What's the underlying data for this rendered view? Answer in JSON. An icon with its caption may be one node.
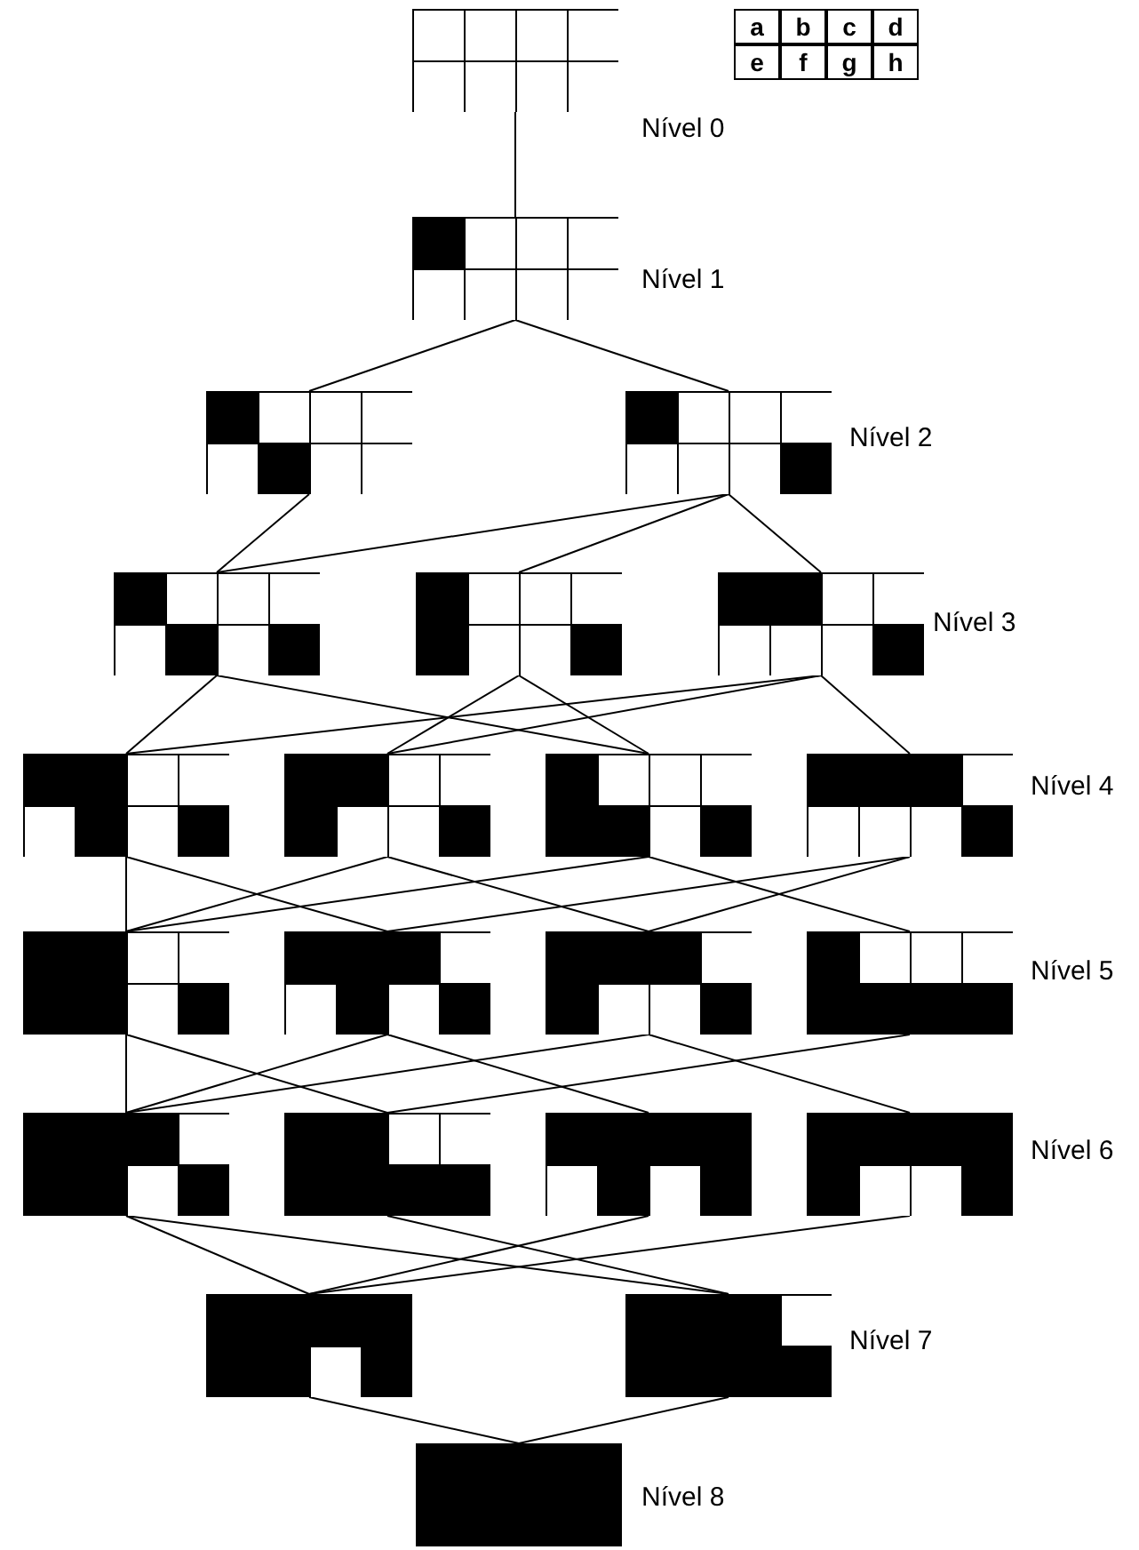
{
  "diagram": {
    "nodes": [
      {
        "text": [],
        "shape": "box"
      },
      {
        "text": [],
        "shape": "box"
      },
      {
        "text": [],
        "shape": "box"
      },
      {
        "text": [],
        "shape": "box"
      },
      {
        "text": [],
        "shape": "box"
      },
      {
        "text": [],
        "shape": "box"
      },
      {
        "text": [],
        "shape": "box"
      },
      {
        "text": [],
        "shape": "box"
      },
      {
        "text": [],
        "shape": "box"
      },
      {
        "text": [],
        "shape": "box"
      },
      {
        "text": [],
        "shape": "box"
      },
      {
        "text": [],
        "shape": "box"
      },
      {
        "text": [],
        "shape": "box"
      },
      {
        "text": [],
        "shape": "box"
      },
      {
        "text": [],
        "shape": "box"
      },
      {
        "text": [],
        "shape": "box"
      },
      {
        "text": [],
        "shape": "box"
      },
      {
        "text": [],
        "shape": "box"
      },
      {
        "text": [],
        "shape": "box"
      },
      {
        "text": [],
        "shape": "box"
      },
      {
        "text": [],
        "shape": "box"
      },
      {
        "text": [],
        "shape": "box"
      }
    ],
    "edges": [
      {
        "from": 0,
        "to": 1,
        "arrow": "none"
      },
      {
        "from": 1,
        "to": 2,
        "arrow": "none"
      },
      {
        "from": 1,
        "to": 3,
        "arrow": "none"
      },
      {
        "from": 2,
        "to": 4,
        "arrow": "none"
      },
      {
        "from": 3,
        "to": 4,
        "arrow": "none"
      },
      {
        "from": 3,
        "to": 5,
        "arrow": "none"
      },
      {
        "from": 3,
        "to": 6,
        "arrow": "none"
      },
      {
        "from": 4,
        "to": 7,
        "arrow": "none"
      },
      {
        "from": 4,
        "to": 9,
        "arrow": "none"
      },
      {
        "from": 5,
        "to": 8,
        "arrow": "none"
      },
      {
        "from": 5,
        "to": 9,
        "arrow": "none"
      },
      {
        "from": 6,
        "to": 7,
        "arrow": "none"
      },
      {
        "from": 6,
        "to": 8,
        "arrow": "none"
      },
      {
        "from": 6,
        "to": 10,
        "arrow": "none"
      },
      {
        "from": 7,
        "to": 11,
        "arrow": "none"
      },
      {
        "from": 7,
        "to": 12,
        "arrow": "none"
      },
      {
        "from": 8,
        "to": 11,
        "arrow": "none"
      },
      {
        "from": 8,
        "to": 13,
        "arrow": "none"
      },
      {
        "from": 9,
        "to": 11,
        "arrow": "none"
      },
      {
        "from": 9,
        "to": 14,
        "arrow": "none"
      },
      {
        "from": 10,
        "to": 12,
        "arrow": "none"
      },
      {
        "from": 10,
        "to": 13,
        "arrow": "none"
      },
      {
        "from": 11,
        "to": 15,
        "arrow": "none"
      },
      {
        "from": 11,
        "to": 16,
        "arrow": "none"
      },
      {
        "from": 12,
        "to": 15,
        "arrow": "none"
      },
      {
        "from": 12,
        "to": 17,
        "arrow": "none"
      },
      {
        "from": 13,
        "to": 15,
        "arrow": "none"
      },
      {
        "from": 13,
        "to": 18,
        "arrow": "none"
      },
      {
        "from": 14,
        "to": 16,
        "arrow": "none"
      },
      {
        "from": 15,
        "to": 19,
        "arrow": "none"
      },
      {
        "from": 15,
        "to": 20,
        "arrow": "none"
      },
      {
        "from": 16,
        "to": 20,
        "arrow": "none"
      },
      {
        "from": 17,
        "to": 19,
        "arrow": "none"
      },
      {
        "from": 18,
        "to": 19,
        "arrow": "none"
      },
      {
        "from": 19,
        "to": 21,
        "arrow": "none"
      },
      {
        "from": 20,
        "to": 21,
        "arrow": "none"
      }
    ],
    "labels": [
      "a",
      "b",
      "c",
      "d",
      "e",
      "f",
      "g",
      "h",
      "Nível 0",
      "Nível 1",
      "Nível 2",
      "Nível 3",
      "Nível 4",
      "Nível 5",
      "Nível 6",
      "Nível 7",
      "Nível 8"
    ]
  }
}
